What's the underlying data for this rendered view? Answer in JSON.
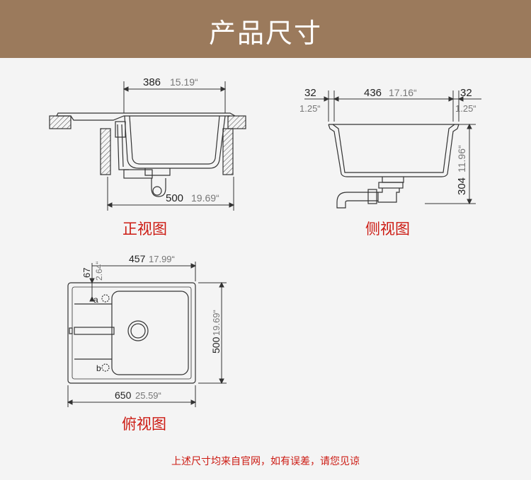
{
  "header": {
    "title": "产品尺寸",
    "bg_color": "#9b7a5c"
  },
  "front_view": {
    "caption": "正视图",
    "width_mm": "386",
    "width_in": "15.19“",
    "depth_mm": "500",
    "depth_in": "19.69“"
  },
  "side_view": {
    "caption": "侧视图",
    "rim_left_mm": "32",
    "rim_left_in": "1.25“",
    "width_mm": "436",
    "width_in": "17.16“",
    "rim_right_mm": "32",
    "rim_right_in": "1.25“",
    "height_mm": "304",
    "height_in": "11.96“"
  },
  "top_view": {
    "caption": "俯视图",
    "offset_mm": "67",
    "offset_in": "2.64“",
    "bowl_width_mm": "457",
    "bowl_width_in": "17.99“",
    "depth_mm": "500",
    "depth_in": "19.69“",
    "total_width_mm": "650",
    "total_width_in": "25.59“",
    "label_a": "a",
    "label_b": "b"
  },
  "footer": {
    "note": "上述尺寸均来自官网，如有误差，请您见谅"
  },
  "colors": {
    "accent_red": "#cc1a12",
    "line": "#333333"
  }
}
